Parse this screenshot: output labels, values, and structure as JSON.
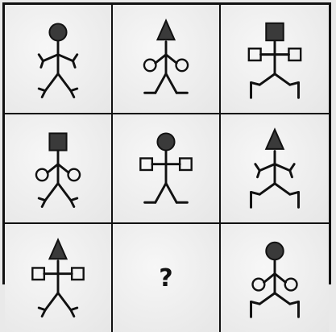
{
  "puzzle": {
    "missing_label": "?",
    "figures": [
      {
        "head": "circle",
        "arms": "v-hands",
        "legs": "v-feet"
      },
      {
        "head": "triangle",
        "arms": "circles",
        "legs": "flat-feet"
      },
      {
        "head": "square",
        "arms": "squares",
        "legs": "up-feet"
      },
      {
        "head": "square",
        "arms": "circles",
        "legs": "v-feet"
      },
      {
        "head": "circle",
        "arms": "squares",
        "legs": "flat-feet"
      },
      {
        "head": "triangle",
        "arms": "v-hands",
        "legs": "up-feet"
      },
      {
        "head": "triangle",
        "arms": "squares",
        "legs": "v-feet"
      },
      null,
      {
        "head": "circle",
        "arms": "circles",
        "legs": "up-feet"
      }
    ]
  },
  "colors": {
    "ink": "#111111",
    "shape_fill": "#3a3a3a",
    "background": "#eeeeee"
  }
}
